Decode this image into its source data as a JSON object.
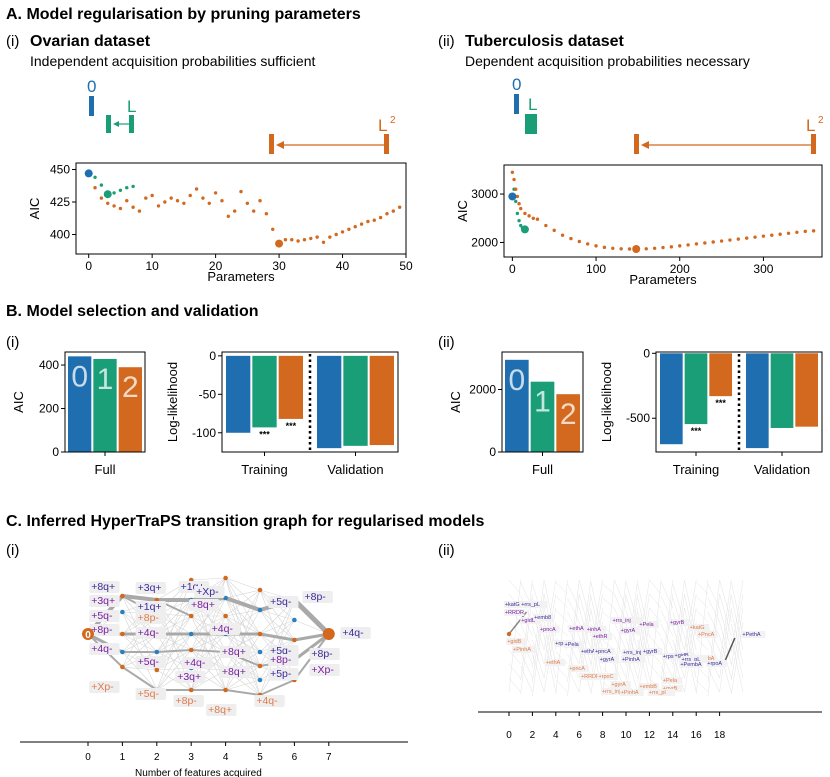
{
  "sections": {
    "a": "A. Model regularisation by pruning parameters",
    "b": "B. Model selection and validation",
    "c": "C. Inferred HyperTraPS transition graph for regularised models"
  },
  "panels": {
    "a_i": {
      "roman": "(i)",
      "title": "Ovarian dataset",
      "subtitle": "Independent acquisition probabilities sufficient"
    },
    "a_ii": {
      "roman": "(ii)",
      "title": "Tuberculosis dataset",
      "subtitle": "Dependent acquisition probabilities necessary"
    },
    "b_i": {
      "roman": "(i)"
    },
    "b_ii": {
      "roman": "(ii)"
    },
    "c_i": {
      "roman": "(i)"
    },
    "c_ii": {
      "roman": "(ii)"
    }
  },
  "colors": {
    "model0": "#1f6fb0",
    "model1": "#1a9e77",
    "model2": "#d2691e",
    "label_blue": "#3b2a9a",
    "label_purple": "#7a1fa2",
    "label_orange": "#e07b4a"
  },
  "chart_data": [
    {
      "id": "a_i",
      "type": "scatter",
      "xlabel": "Parameters",
      "ylabel": "AIC",
      "xlim": [
        -2,
        50
      ],
      "ylim": [
        385,
        455
      ],
      "xticks": [
        0,
        10,
        20,
        30,
        40,
        50
      ],
      "yticks": [
        400,
        425,
        450
      ],
      "series": [
        {
          "color": "#1a9e77",
          "x": [
            1,
            2,
            3,
            4,
            5,
            6,
            7
          ],
          "y": [
            444,
            438,
            431,
            432,
            434,
            436,
            437
          ]
        },
        {
          "color": "#d2691e",
          "x": [
            0,
            1,
            2,
            3,
            4,
            5,
            6,
            7,
            8,
            9,
            10,
            11,
            12,
            13,
            14,
            15,
            16,
            17,
            18,
            19,
            20,
            21,
            22,
            23,
            24,
            25,
            26,
            27,
            28,
            29,
            30,
            31,
            32,
            33,
            34,
            35,
            36,
            37,
            38,
            39,
            40,
            41,
            42,
            43,
            44,
            45,
            46,
            47,
            48,
            49
          ],
          "y": [
            446,
            436,
            428,
            424,
            422,
            420,
            426,
            421,
            418,
            428,
            430,
            422,
            425,
            428,
            426,
            424,
            430,
            435,
            428,
            424,
            432,
            426,
            414,
            418,
            433,
            424,
            418,
            426,
            416,
            404,
            393,
            396,
            396,
            395,
            396,
            397,
            398,
            394,
            398,
            400,
            402,
            404,
            406,
            408,
            410,
            411,
            413,
            416,
            418,
            421
          ]
        }
      ],
      "highlights": [
        {
          "x": 0,
          "y": 447,
          "color": "#1f6fb0"
        },
        {
          "x": 3,
          "y": 431,
          "color": "#1a9e77"
        },
        {
          "x": 30,
          "y": 393,
          "color": "#d2691e"
        }
      ],
      "bracket": {
        "labels": [
          "0",
          "L",
          "L",
          "2"
        ]
      }
    },
    {
      "id": "a_ii",
      "type": "scatter",
      "xlabel": "Parameters",
      "ylabel": "AIC",
      "xlim": [
        -10,
        370
      ],
      "ylim": [
        1700,
        3600
      ],
      "xticks": [
        0,
        100,
        200,
        300
      ],
      "yticks": [
        2000,
        3000
      ],
      "series": [
        {
          "color": "#1a9e77",
          "x": [
            2,
            4,
            6,
            8,
            10,
            12,
            14,
            16
          ],
          "y": [
            3100,
            2850,
            2600,
            2450,
            2350,
            2300,
            2270,
            2250
          ]
        },
        {
          "color": "#d2691e",
          "x": [
            0,
            2,
            4,
            6,
            8,
            10,
            15,
            20,
            25,
            30,
            40,
            50,
            60,
            70,
            80,
            90,
            100,
            110,
            120,
            130,
            140,
            150,
            160,
            170,
            180,
            190,
            200,
            210,
            220,
            230,
            240,
            250,
            260,
            270,
            280,
            290,
            300,
            310,
            320,
            330,
            340,
            350,
            360
          ],
          "y": [
            3450,
            3300,
            3100,
            2950,
            2800,
            2700,
            2600,
            2550,
            2500,
            2480,
            2350,
            2250,
            2150,
            2080,
            2020,
            1970,
            1930,
            1900,
            1880,
            1870,
            1865,
            1865,
            1870,
            1880,
            1895,
            1910,
            1930,
            1950,
            1970,
            1990,
            2010,
            2030,
            2050,
            2070,
            2090,
            2110,
            2130,
            2150,
            2170,
            2190,
            2210,
            2230,
            2240
          ]
        }
      ],
      "highlights": [
        {
          "x": 0,
          "y": 2950,
          "color": "#1f6fb0"
        },
        {
          "x": 15,
          "y": 2270,
          "color": "#1a9e77"
        },
        {
          "x": 148,
          "y": 1865,
          "color": "#d2691e"
        }
      ],
      "bracket": {
        "labels": [
          "0",
          "L",
          "L",
          "2"
        ]
      }
    },
    {
      "id": "b_i_aic",
      "type": "bar",
      "ylabel": "AIC",
      "categories": [
        "Full"
      ],
      "ylim": [
        0,
        460
      ],
      "yticks": [
        0,
        200,
        400
      ],
      "bar_labels": [
        "0",
        "1",
        "2"
      ],
      "values": [
        440,
        428,
        390
      ]
    },
    {
      "id": "b_i_ll",
      "type": "bar",
      "ylabel": "Log-likelihood",
      "categories": [
        "Training",
        "Validation"
      ],
      "ylim": [
        -125,
        5
      ],
      "yticks": [
        0,
        -50,
        -100
      ],
      "series": [
        {
          "color": "#1f6fb0",
          "values": [
            -100,
            -120
          ]
        },
        {
          "color": "#1a9e77",
          "values": [
            -93,
            -117
          ]
        },
        {
          "color": "#d2691e",
          "values": [
            -82,
            -116
          ]
        }
      ],
      "annotations": [
        "***",
        "***"
      ]
    },
    {
      "id": "b_ii_aic",
      "type": "bar",
      "ylabel": "AIC",
      "categories": [
        "Full"
      ],
      "ylim": [
        0,
        3200
      ],
      "yticks": [
        0,
        2000
      ],
      "bar_labels": [
        "0",
        "1",
        "2"
      ],
      "values": [
        2950,
        2250,
        1850
      ]
    },
    {
      "id": "b_ii_ll",
      "type": "bar",
      "ylabel": "Log-likelihood",
      "categories": [
        "Training",
        "Validation"
      ],
      "ylim": [
        -760,
        10
      ],
      "yticks": [
        0,
        -500
      ],
      "series": [
        {
          "color": "#1f6fb0",
          "values": [
            -700,
            -730
          ]
        },
        {
          "color": "#1a9e77",
          "values": [
            -545,
            -575
          ]
        },
        {
          "color": "#d2691e",
          "values": [
            -330,
            -565
          ]
        }
      ],
      "annotations": [
        "***",
        "***"
      ]
    },
    {
      "id": "c_i",
      "type": "diagram",
      "xlabel": "Number of features acquired",
      "xticks": [
        0,
        1,
        2,
        3,
        4,
        5,
        6,
        7
      ],
      "start_label": "0",
      "labels": [
        {
          "text": "+8q+",
          "x": 0.5,
          "y": 590,
          "color": "#3b2a9a"
        },
        {
          "text": "+3q+",
          "x": 0.5,
          "y": 604,
          "color": "#7a1fa2"
        },
        {
          "text": "+5q-",
          "x": 0.5,
          "y": 619,
          "color": "#7a1fa2"
        },
        {
          "text": "+8p-",
          "x": 0.5,
          "y": 633,
          "color": "#7a1fa2"
        },
        {
          "text": "+4q-",
          "x": 0.5,
          "y": 652,
          "color": "#7a1fa2"
        },
        {
          "text": "+Xp-",
          "x": 0.5,
          "y": 690,
          "color": "#e07b4a"
        },
        {
          "text": "+3q+",
          "x": 1.85,
          "y": 591,
          "color": "#3b2a9a"
        },
        {
          "text": "+1q+",
          "x": 1.85,
          "y": 610,
          "color": "#3b2a9a"
        },
        {
          "text": "+8p-",
          "x": 1.85,
          "y": 621,
          "color": "#e07b4a"
        },
        {
          "text": "+4q-",
          "x": 1.85,
          "y": 636,
          "color": "#7a1fa2"
        },
        {
          "text": "+5q-",
          "x": 1.85,
          "y": 665,
          "color": "#7a1fa2"
        },
        {
          "text": "+5q-",
          "x": 1.85,
          "y": 697,
          "color": "#e07b4a"
        },
        {
          "text": "+1q+",
          "x": 3.1,
          "y": 590,
          "color": "#3b2a9a"
        },
        {
          "text": "+Xp-",
          "x": 3.55,
          "y": 595,
          "color": "#3b2a9a"
        },
        {
          "text": "+8q+",
          "x": 3.4,
          "y": 608,
          "color": "#7a1fa2"
        },
        {
          "text": "+4q-",
          "x": 4.0,
          "y": 632,
          "color": "#7a1fa2"
        },
        {
          "text": "+4q-",
          "x": 3.2,
          "y": 666,
          "color": "#7a1fa2"
        },
        {
          "text": "+3q+",
          "x": 3.0,
          "y": 680,
          "color": "#7a1fa2"
        },
        {
          "text": "+8q+",
          "x": 4.3,
          "y": 655,
          "color": "#7a1fa2"
        },
        {
          "text": "+8q+",
          "x": 4.3,
          "y": 675,
          "color": "#7a1fa2"
        },
        {
          "text": "+8p-",
          "x": 2.95,
          "y": 704,
          "color": "#e07b4a"
        },
        {
          "text": "+8q+",
          "x": 3.9,
          "y": 713,
          "color": "#e07b4a"
        },
        {
          "text": "+4q-",
          "x": 5.3,
          "y": 704,
          "color": "#e07b4a"
        },
        {
          "text": "+5q-",
          "x": 5.7,
          "y": 605,
          "color": "#3b2a9a"
        },
        {
          "text": "+5q-",
          "x": 5.7,
          "y": 654,
          "color": "#3b2a9a"
        },
        {
          "text": "+8p-",
          "x": 5.7,
          "y": 663,
          "color": "#7a1fa2"
        },
        {
          "text": "+5p-",
          "x": 5.7,
          "y": 677,
          "color": "#3b2a9a"
        },
        {
          "text": "+8p-",
          "x": 6.7,
          "y": 600,
          "color": "#3b2a9a"
        },
        {
          "text": "+8p-",
          "x": 6.9,
          "y": 657,
          "color": "#3b2a9a"
        },
        {
          "text": "+Xp-",
          "x": 6.9,
          "y": 673,
          "color": "#7a1fa2"
        },
        {
          "text": "+4q-",
          "x": 7.8,
          "y": 636,
          "color": "#3b2a9a"
        }
      ]
    },
    {
      "id": "c_ii",
      "type": "diagram",
      "xticks": [
        0,
        2,
        4,
        6,
        8,
        10,
        12,
        14,
        16,
        18
      ],
      "labels": [
        {
          "text": "+katG",
          "x": 0.5,
          "y": 606,
          "color": "#3b2a9a"
        },
        {
          "text": "+rrs_pL",
          "x": 1.9,
          "y": 606,
          "color": "#3b2a9a"
        },
        {
          "text": "+RRDR",
          "x": 0.5,
          "y": 614,
          "color": "#7a1fa2"
        },
        {
          "text": "+gidB",
          "x": 1.9,
          "y": 622,
          "color": "#7a1fa2"
        },
        {
          "text": "+emb8",
          "x": 3.0,
          "y": 619,
          "color": "#3b2a9a"
        },
        {
          "text": "+pncA",
          "x": 3.5,
          "y": 631,
          "color": "#7a1fa2"
        },
        {
          "text": "+ethA",
          "x": 6.0,
          "y": 630,
          "color": "#7a1fa2"
        },
        {
          "text": "+inhA",
          "x": 7.5,
          "y": 631,
          "color": "#7a1fa2"
        },
        {
          "text": "+ethR",
          "x": 8.0,
          "y": 638,
          "color": "#7a1fa2"
        },
        {
          "text": "+rrs_inj",
          "x": 9.7,
          "y": 622,
          "color": "#7a1fa2"
        },
        {
          "text": "+Pela",
          "x": 12.0,
          "y": 626,
          "color": "#7a1fa2"
        },
        {
          "text": "+gyrA",
          "x": 10.4,
          "y": 632,
          "color": "#7a1fa2"
        },
        {
          "text": "+gyrB",
          "x": 14.6,
          "y": 624,
          "color": "#7a1fa2"
        },
        {
          "text": "+katG",
          "x": 16.3,
          "y": 629,
          "color": "#e07b4a"
        },
        {
          "text": "+PncA",
          "x": 17.0,
          "y": 636,
          "color": "#e07b4a"
        },
        {
          "text": "+PethA",
          "x": 20.8,
          "y": 636,
          "color": "#3b2a9a"
        },
        {
          "text": "+gidB",
          "x": 0.7,
          "y": 643,
          "color": "#e07b4a"
        },
        {
          "text": "+rpoC",
          "x": 4.8,
          "y": 645,
          "color": "#3b2a9a"
        },
        {
          "text": "+Pela",
          "x": 5.6,
          "y": 646,
          "color": "#3b2a9a"
        },
        {
          "text": "+ethA",
          "x": 7.0,
          "y": 653,
          "color": "#3b2a9a"
        },
        {
          "text": "+pncA",
          "x": 8.2,
          "y": 653,
          "color": "#3b2a9a"
        },
        {
          "text": "+rrs_inj",
          "x": 10.6,
          "y": 654,
          "color": "#3b2a9a"
        },
        {
          "text": "+gyrB",
          "x": 12.3,
          "y": 653,
          "color": "#3b2a9a"
        },
        {
          "text": "+rpsL",
          "x": 14.0,
          "y": 658,
          "color": "#3b2a9a"
        },
        {
          "text": "+gidB",
          "x": 15.0,
          "y": 657,
          "color": "#3b2a9a"
        },
        {
          "text": "+PembA",
          "x": 16.6,
          "y": 660,
          "color": "#e07b4a"
        },
        {
          "text": "+gyrA",
          "x": 8.6,
          "y": 661,
          "color": "#3b2a9a"
        },
        {
          "text": "+PinhA",
          "x": 10.5,
          "y": 661,
          "color": "#3b2a9a"
        },
        {
          "text": "+rrs_pL",
          "x": 15.6,
          "y": 661,
          "color": "#3b2a9a"
        },
        {
          "text": "+PembA",
          "x": 15.5,
          "y": 666,
          "color": "#3b2a9a"
        },
        {
          "text": "+rpoA",
          "x": 17.8,
          "y": 665,
          "color": "#3b2a9a"
        },
        {
          "text": "+PinhA",
          "x": 1.2,
          "y": 651,
          "color": "#e07b4a"
        },
        {
          "text": "+ethA",
          "x": 4.0,
          "y": 664,
          "color": "#e07b4a"
        },
        {
          "text": "+pncA",
          "x": 6.0,
          "y": 670,
          "color": "#e07b4a"
        },
        {
          "text": "+RRDR",
          "x": 7.0,
          "y": 678,
          "color": "#e07b4a"
        },
        {
          "text": "+rpoC",
          "x": 8.5,
          "y": 678,
          "color": "#e07b4a"
        },
        {
          "text": "+gyrA",
          "x": 9.6,
          "y": 686,
          "color": "#e07b4a"
        },
        {
          "text": "+embB",
          "x": 12.0,
          "y": 688,
          "color": "#e07b4a"
        },
        {
          "text": "+gyrB",
          "x": 14.0,
          "y": 690,
          "color": "#e07b4a"
        },
        {
          "text": "+Pela",
          "x": 14.0,
          "y": 682,
          "color": "#e07b4a"
        },
        {
          "text": "+rrs_inj",
          "x": 8.8,
          "y": 693,
          "color": "#e07b4a"
        },
        {
          "text": "+PinhA",
          "x": 10.4,
          "y": 694,
          "color": "#e07b4a"
        },
        {
          "text": "+rrs_pl",
          "x": 12.8,
          "y": 694,
          "color": "#e07b4a"
        }
      ]
    }
  ]
}
